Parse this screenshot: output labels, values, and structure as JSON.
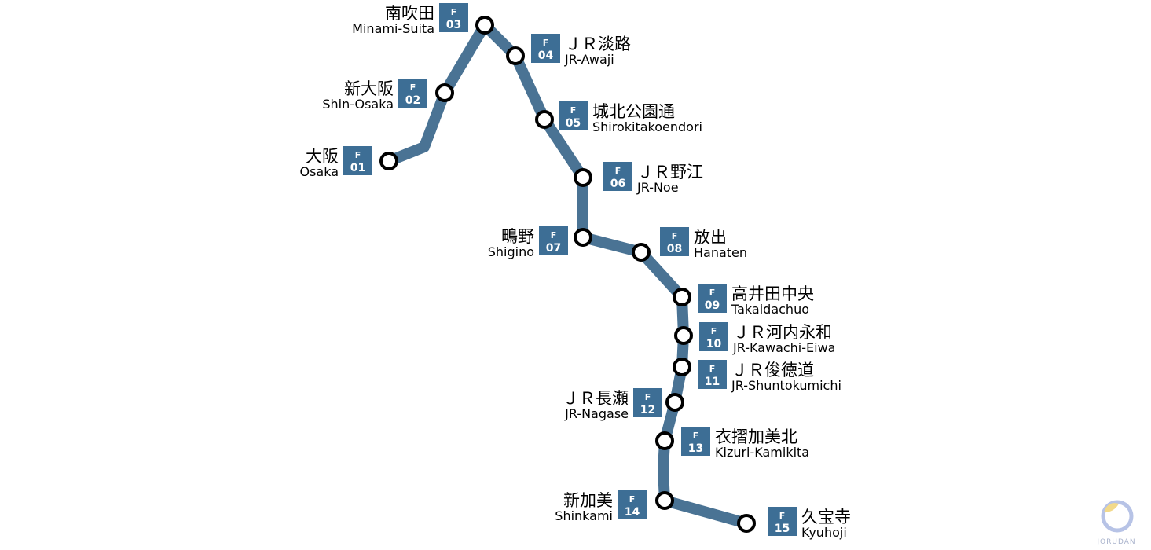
{
  "line": {
    "color": "#4a7394",
    "badge_color": "#3d6e95",
    "badge_text_color": "#ffffff",
    "station_fill": "#ffffff",
    "station_stroke": "#000000"
  },
  "stations": [
    {
      "code_letter": "F",
      "code_num": "01",
      "name_ja": "大阪",
      "name_en": "Osaka"
    },
    {
      "code_letter": "F",
      "code_num": "02",
      "name_ja": "新大阪",
      "name_en": "Shin-Osaka"
    },
    {
      "code_letter": "F",
      "code_num": "03",
      "name_ja": "南吹田",
      "name_en": "Minami-Suita"
    },
    {
      "code_letter": "F",
      "code_num": "04",
      "name_ja": "ＪＲ淡路",
      "name_en": "JR-Awaji"
    },
    {
      "code_letter": "F",
      "code_num": "05",
      "name_ja": "城北公園通",
      "name_en": "Shirokitakoendori"
    },
    {
      "code_letter": "F",
      "code_num": "06",
      "name_ja": "ＪＲ野江",
      "name_en": "JR-Noe"
    },
    {
      "code_letter": "F",
      "code_num": "07",
      "name_ja": "鴫野",
      "name_en": "Shigino"
    },
    {
      "code_letter": "F",
      "code_num": "08",
      "name_ja": "放出",
      "name_en": "Hanaten"
    },
    {
      "code_letter": "F",
      "code_num": "09",
      "name_ja": "高井田中央",
      "name_en": "Takaidachuo"
    },
    {
      "code_letter": "F",
      "code_num": "10",
      "name_ja": "ＪＲ河内永和",
      "name_en": "JR-Kawachi-Eiwa"
    },
    {
      "code_letter": "F",
      "code_num": "11",
      "name_ja": "ＪＲ俊徳道",
      "name_en": "JR-Shuntokumichi"
    },
    {
      "code_letter": "F",
      "code_num": "12",
      "name_ja": "ＪＲ長瀬",
      "name_en": "JR-Nagase"
    },
    {
      "code_letter": "F",
      "code_num": "13",
      "name_ja": "衣摺加美北",
      "name_en": "Kizuri-Kamikita"
    },
    {
      "code_letter": "F",
      "code_num": "14",
      "name_ja": "新加美",
      "name_en": "Shinkami"
    },
    {
      "code_letter": "F",
      "code_num": "15",
      "name_ja": "久宝寺",
      "name_en": "Kyuhoji"
    }
  ],
  "logo": {
    "text": "JORUDAN",
    "icon": "jorudan-logo-icon"
  }
}
